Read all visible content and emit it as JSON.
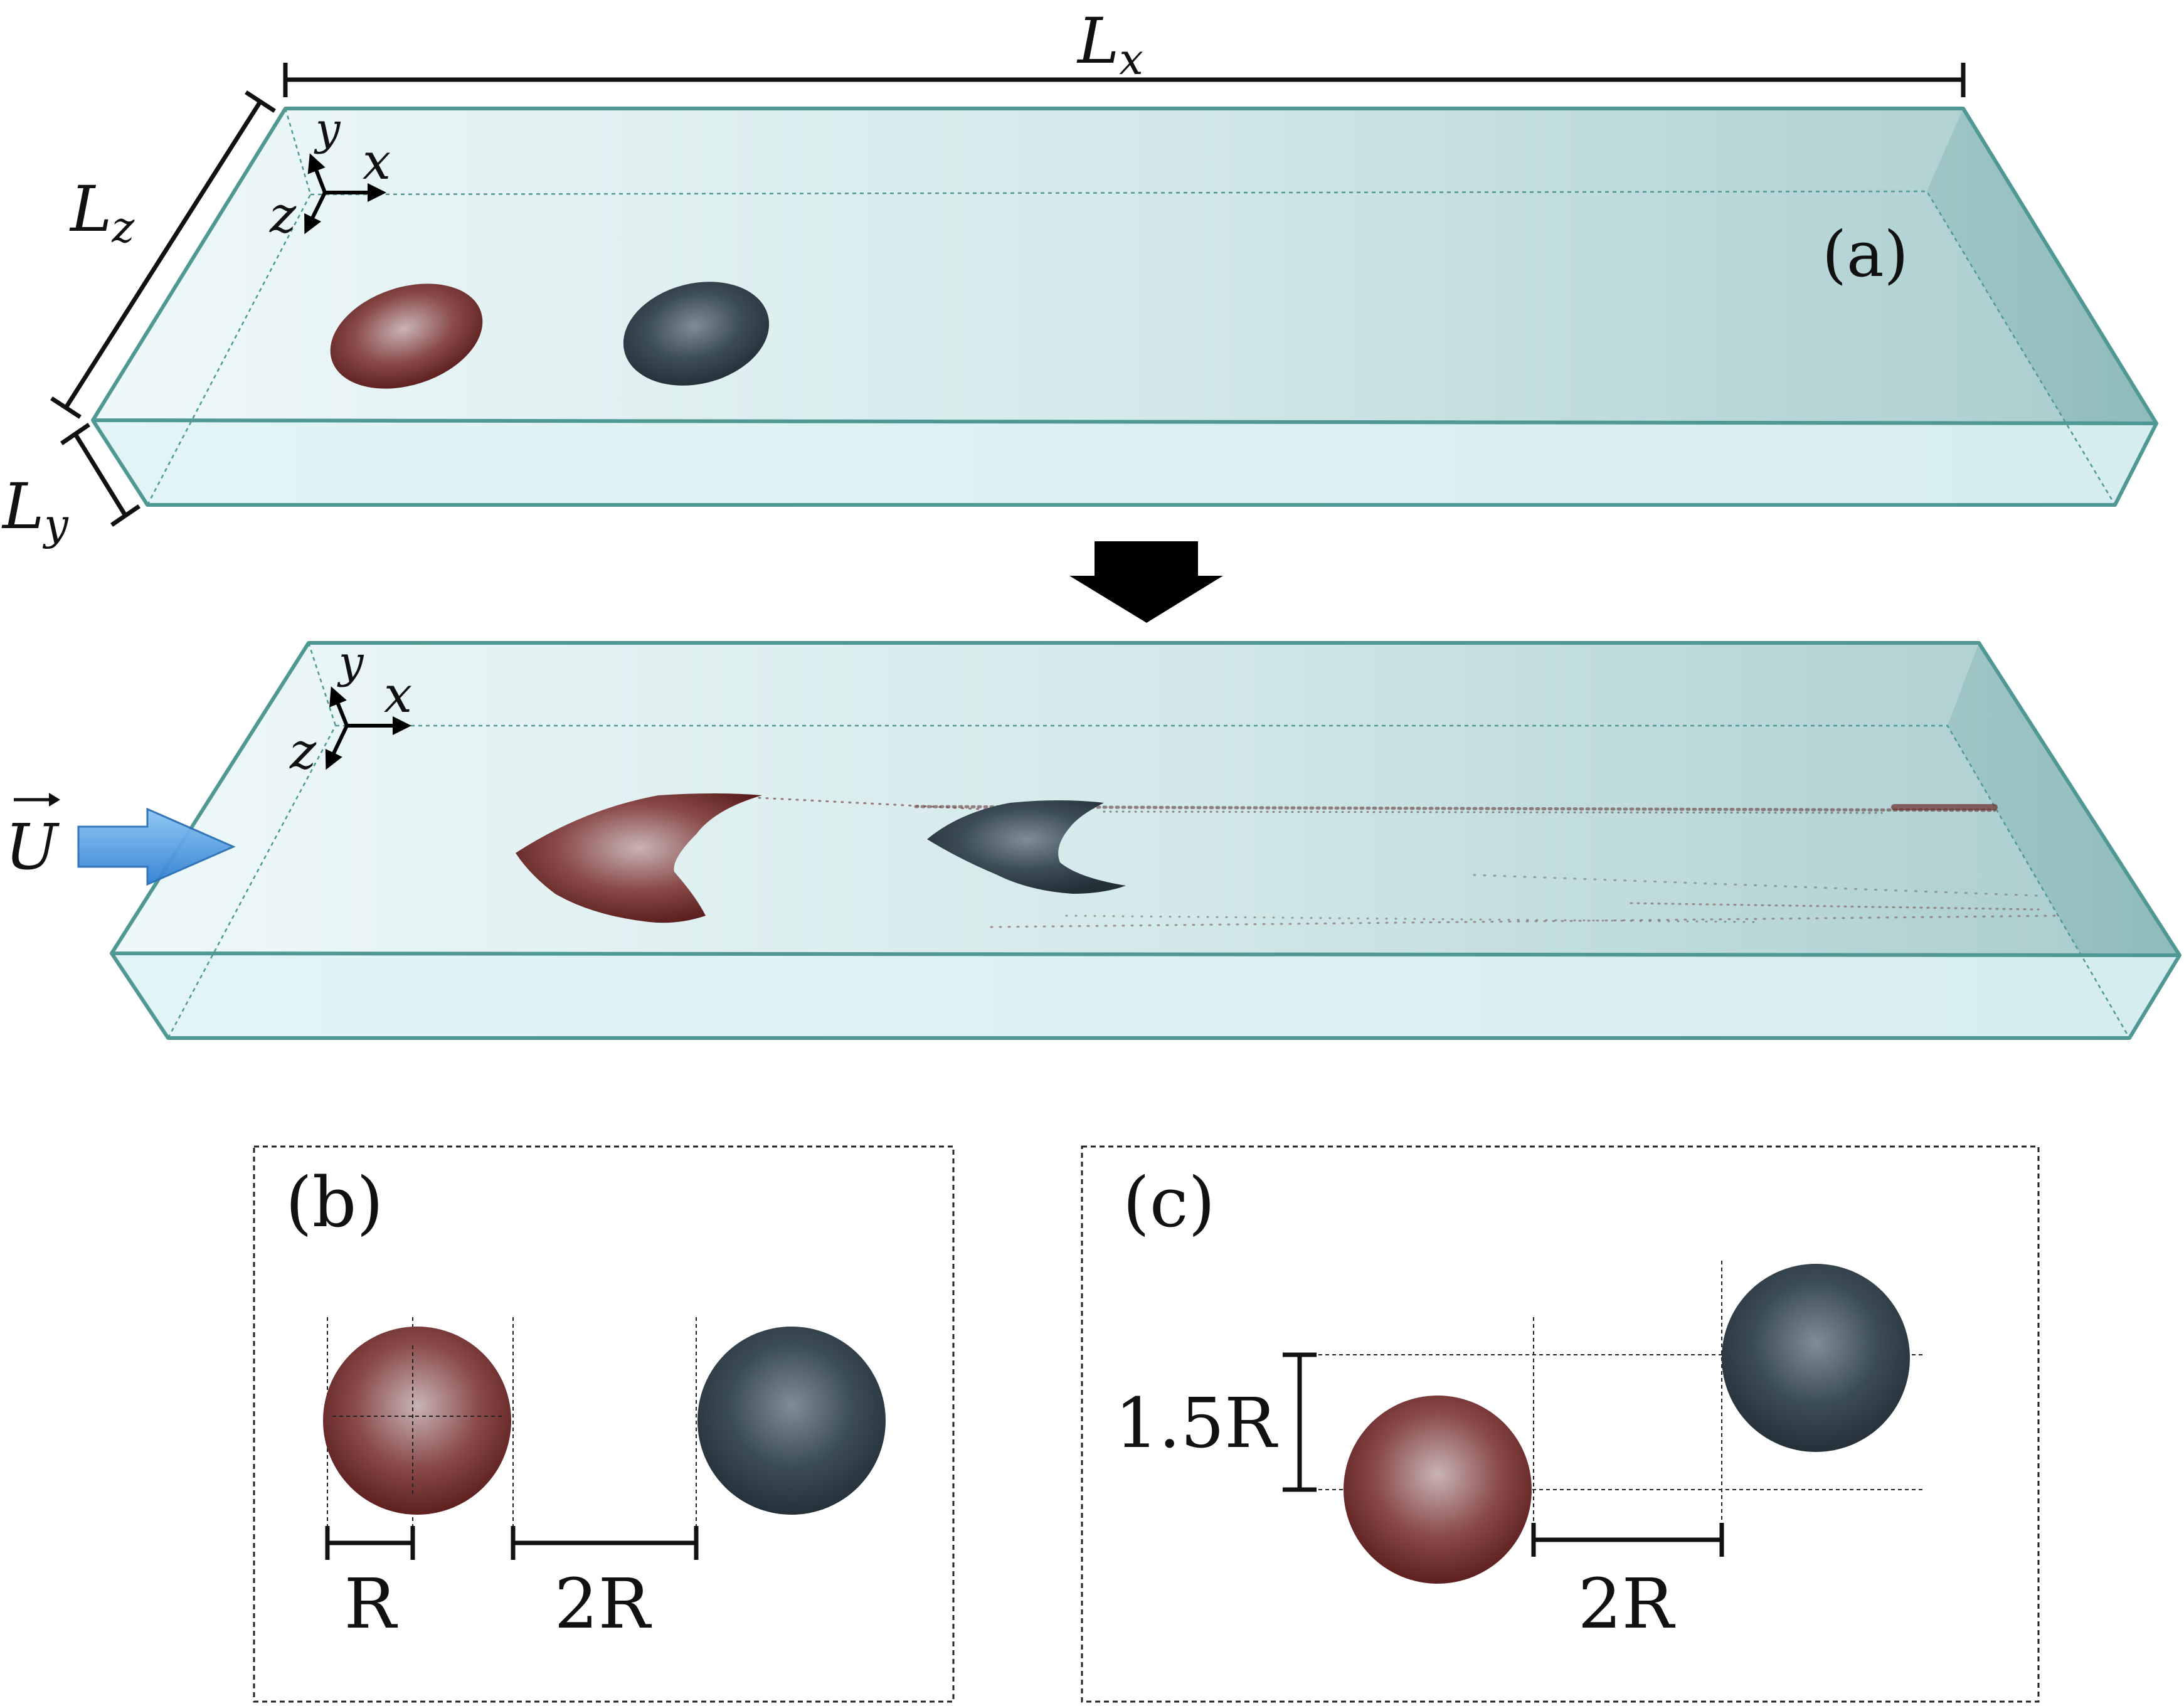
{
  "panel_a": {
    "label": "(a)",
    "dims": {
      "lx_main": "L",
      "lx_sub": "x",
      "lz_main": "L",
      "lz_sub": "z",
      "ly_main": "L",
      "ly_sub": "y"
    },
    "axes": {
      "x": "x",
      "y": "y",
      "z": "z"
    },
    "flow_label": "U"
  },
  "panel_b": {
    "label": "(b)",
    "dim_r": "R",
    "dim_gap": "2R"
  },
  "panel_c": {
    "label": "(c)",
    "dim_offset": "1.5R",
    "dim_gap": "2R"
  },
  "colors": {
    "droplet_red": "#6e2a2a",
    "droplet_dark": "#2c3b45",
    "box_edge": "#4f9894",
    "box_fill": "#dff0f2",
    "flow_arrow": "#3d93e0"
  }
}
